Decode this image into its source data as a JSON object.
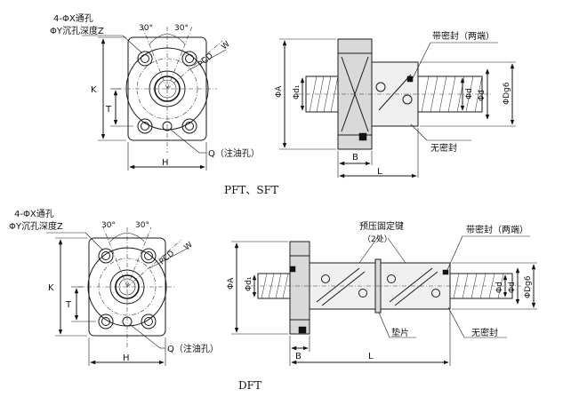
{
  "top": {
    "caption": "PFT、SFT",
    "front": {
      "hole_note_1": "4-ΦX通孔",
      "hole_note_2": "ΦY沉孔深度Z",
      "angle_left": "30°",
      "angle_right": "30°",
      "pcd": "PCD",
      "w": "W",
      "k": "K",
      "t": "T",
      "h": "H",
      "q": "Q（注油孔）"
    },
    "side": {
      "seal_both": "带密封（两端）",
      "no_seal": "无密封",
      "dia_a": "ΦA",
      "dia_dm": "Φd₁",
      "dia_d": "Φd",
      "dia_dg6": "ΦDg6",
      "b": "B",
      "l": "L"
    }
  },
  "bottom": {
    "caption": "DFT",
    "front": {
      "hole_note_1": "4-ΦX通孔",
      "hole_note_2": "ΦY沉孔深度Z",
      "angle_left": "30°",
      "angle_right": "30°",
      "pcd": "PCD",
      "w": "W",
      "k": "K",
      "t": "T",
      "h": "H",
      "q": "Q（注油孔）"
    },
    "side": {
      "preload_key": "预压固定键",
      "preload_key_count": "（2处）",
      "seal_both": "带密封（两端）",
      "spacer": "垫片",
      "no_seal": "无密封",
      "dia_a": "ΦA",
      "dia_dm": "Φd₁",
      "dia_d": "Φd",
      "dia_dg6": "ΦDg6",
      "b": "B",
      "l": "L"
    }
  }
}
